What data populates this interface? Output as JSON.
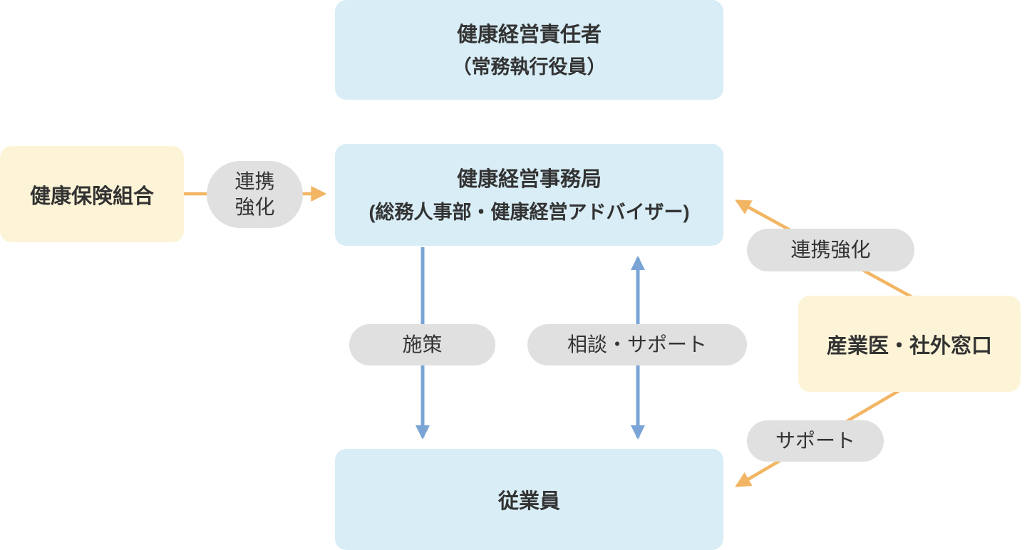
{
  "diagram": {
    "nodes": {
      "health_officer": {
        "line1": "健康経営責任者",
        "line2": "（常務執行役員）"
      },
      "office": {
        "line1": "健康経営事務局",
        "line2": "(総務人事部・健康経営アドバイザー)"
      },
      "employees": {
        "label": "従業員"
      },
      "insurance_union": {
        "label": "健康保険組合"
      },
      "external_contact": {
        "label": "産業医・社外窓口"
      }
    },
    "labels": {
      "cooperation_left_line1": "連携",
      "cooperation_left_line2": "強化",
      "measures": "施策",
      "consultation_support": "相談・サポート",
      "cooperation_right": "連携強化",
      "support": "サポート"
    },
    "colors": {
      "box_blue": "#d8edf6",
      "box_yellow": "#fdf4d7",
      "pill_gray": "#e0e0e0",
      "arrow_orange": "#f2b563",
      "arrow_blue": "#79a4d5",
      "text": "#333333"
    }
  }
}
